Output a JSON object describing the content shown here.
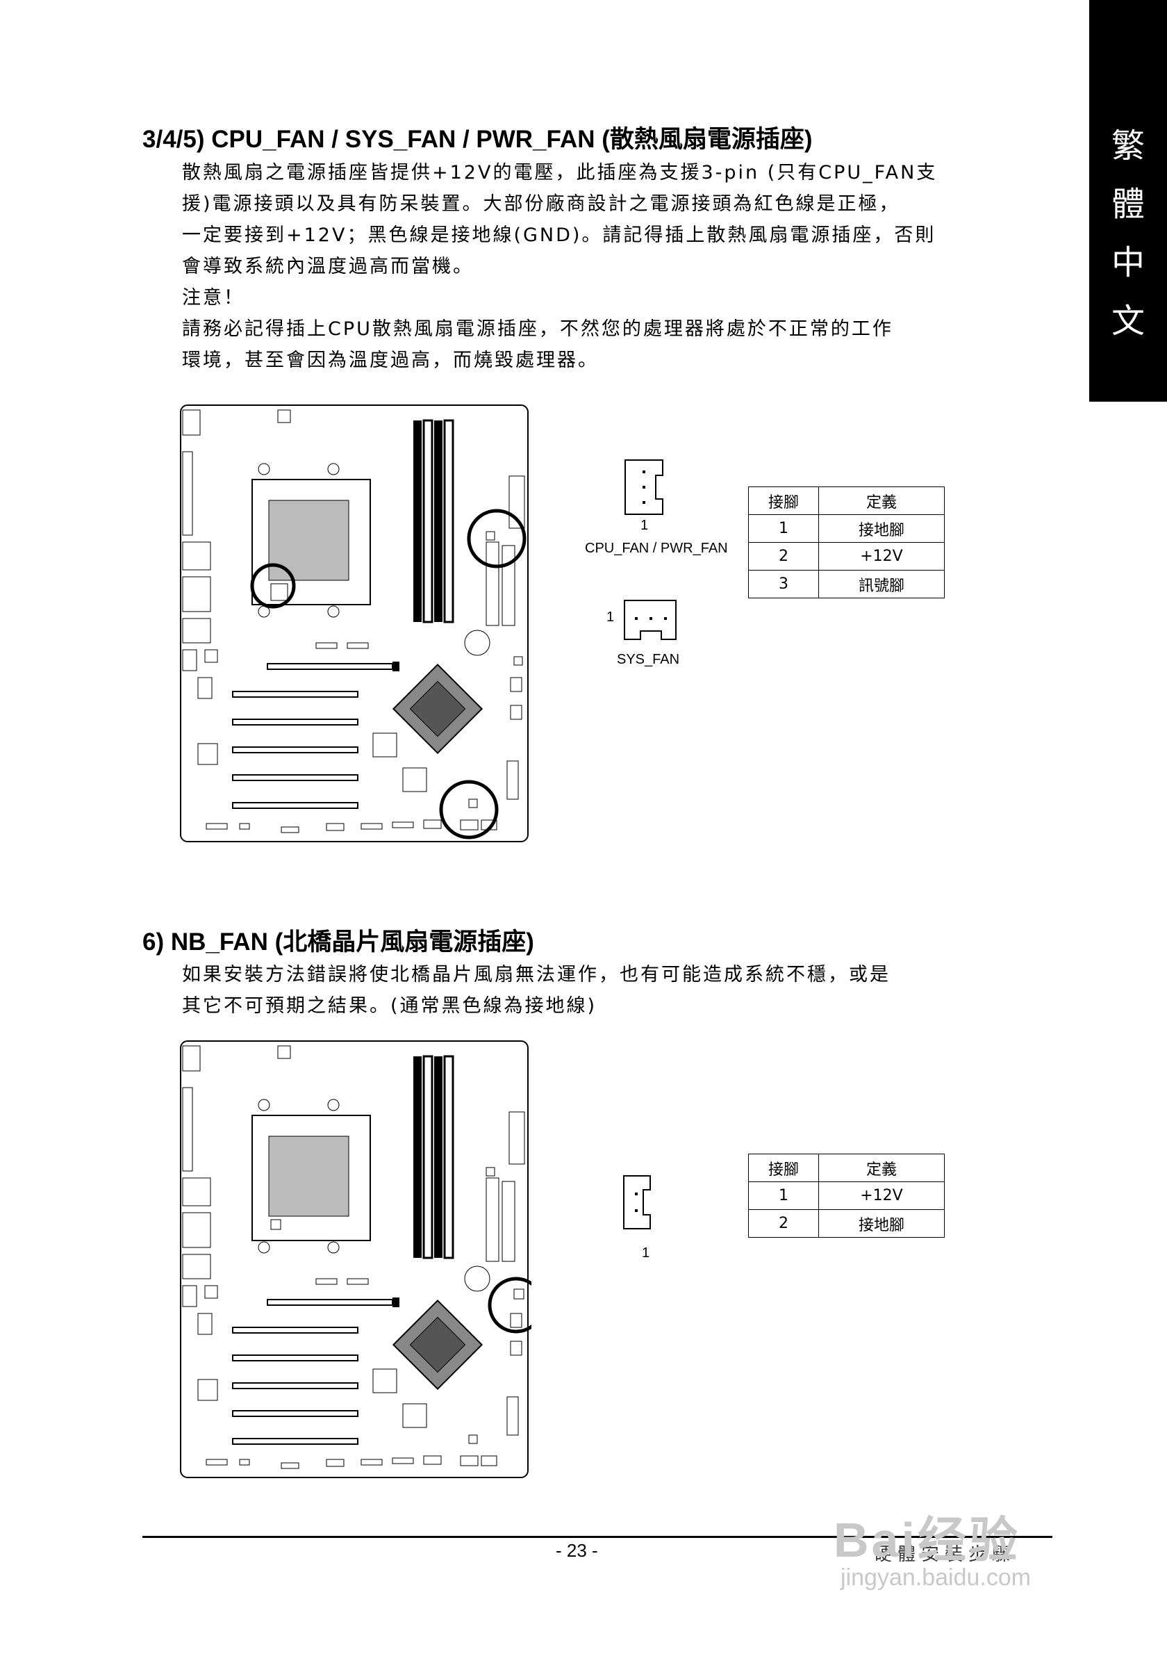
{
  "side_tab": {
    "chars": [
      "繁",
      "體",
      "中",
      "文"
    ]
  },
  "section1": {
    "heading": "3/4/5)  CPU_FAN  / SYS_FAN / PWR_FAN (散熱風扇電源插座)",
    "body": [
      "散熱風扇之電源插座皆提供+12V的電壓，此插座為支援3-pin (只有CPU_FAN支",
      "援)電源接頭以及具有防呆裝置。大部份廠商設計之電源接頭為紅色線是正極，",
      "一定要接到+12V；黑色線是接地線(GND)。請記得插上散熱風扇電源插座，否則",
      "會導致系統內溫度過高而當機。",
      "注意！",
      "請務必記得插上CPU散熱風扇電源插座，不然您的處理器將處於不正常的工作",
      "環境，甚至會因為溫度過高，而燒毀處理器。"
    ],
    "conn1_pin": "1",
    "conn1_label": "CPU_FAN / PWR_FAN",
    "conn2_pin": "1",
    "conn2_label": "SYS_FAN",
    "table": {
      "headers": [
        "接腳",
        "定義"
      ],
      "rows": [
        [
          "1",
          "接地腳"
        ],
        [
          "2",
          "+12V"
        ],
        [
          "3",
          "訊號腳"
        ]
      ]
    }
  },
  "section2": {
    "heading": "6)  NB_FAN (北橋晶片風扇電源插座)",
    "body": [
      "如果安裝方法錯誤將使北橋晶片風扇無法運作，也有可能造成系統不穩，或是",
      "其它不可預期之結果。(通常黑色線為接地線)"
    ],
    "conn_pin": "1",
    "table": {
      "headers": [
        "接腳",
        "定義"
      ],
      "rows": [
        [
          "1",
          "+12V"
        ],
        [
          "2",
          "接地腳"
        ]
      ]
    }
  },
  "footer": {
    "page": "- 23 -",
    "title": "硬體安裝步驟"
  },
  "watermark": {
    "brand": "Bai经验",
    "url": "jingyan.baidu.com"
  }
}
